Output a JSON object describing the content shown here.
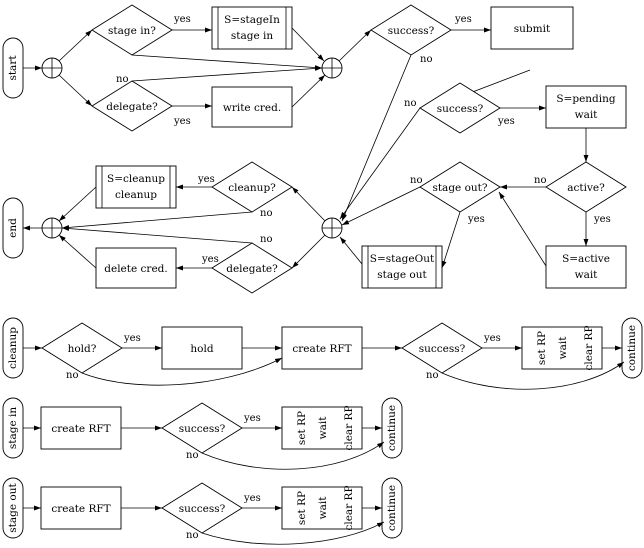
{
  "flowchart": {
    "edge_labels": {
      "yes": "yes",
      "no": "no"
    },
    "main": {
      "start_label": "start",
      "end_label": "end",
      "stage_in_decision": "stage in?",
      "set_stagein_line1": "S=stageIn",
      "set_stagein_line2": "stage in",
      "delegate_decision": "delegate?",
      "write_cred": "write cred.",
      "success_decision": "success?",
      "submit": "submit",
      "set_pending_line1": "S=pending",
      "set_pending_line2": "wait",
      "active_decision": "active?",
      "set_active_line1": "S=active",
      "set_active_line2": "wait",
      "stage_out_decision": "stage out?",
      "set_stageout_line1": "S=stageOut",
      "set_stageout_line2": "stage out",
      "cleanup_decision": "cleanup?",
      "set_cleanup_line1": "S=cleanup",
      "set_cleanup_line2": "cleanup",
      "delete_cred": "delete cred."
    },
    "cleanup_flow": {
      "label": "cleanup",
      "hold_decision": "hold?",
      "hold": "hold",
      "create_rft": "create RFT",
      "success_decision": "success?",
      "set_rp": "set RP",
      "wait": "wait",
      "clear_rp": "clear RP",
      "continue": "continue"
    },
    "stage_in_flow": {
      "label": "stage in",
      "create_rft": "create RFT",
      "success_decision": "success?",
      "set_rp": "set RP",
      "wait": "wait",
      "clear_rp": "clear RP",
      "continue": "continue"
    },
    "stage_out_flow": {
      "label": "stage out",
      "create_rft": "create RFT",
      "success_decision": "success?",
      "set_rp": "set RP",
      "wait": "wait",
      "clear_rp": "clear RP",
      "continue": "continue"
    }
  }
}
